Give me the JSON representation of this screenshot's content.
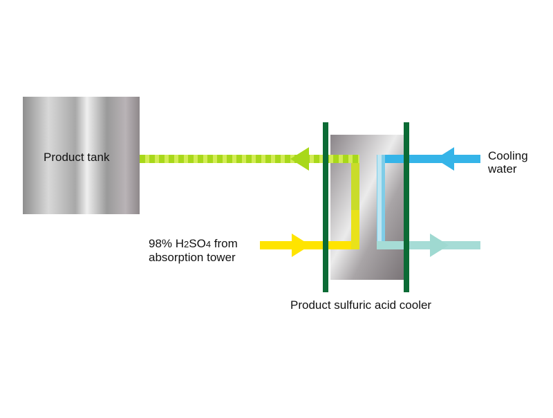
{
  "diagram": {
    "tank": {
      "label": "Product tank"
    },
    "cooler": {
      "label": "Product sulfuric acid cooler"
    },
    "acid_inlet": {
      "line1_prefix": "98% H",
      "sub1": "2",
      "mid": "SO",
      "sub2": "4",
      "line1_suffix": " from",
      "line2": "absorption tower"
    },
    "cooling_water": {
      "line1": "Cooling",
      "line2": "water"
    }
  },
  "colors": {
    "acid_hot": "#ffe400",
    "acid_cooled": "#a8d81a",
    "water_in": "#35b4e8",
    "water_out": "#9fd9d1",
    "cooler_wall": "#0b6b35",
    "text": "#111111"
  }
}
